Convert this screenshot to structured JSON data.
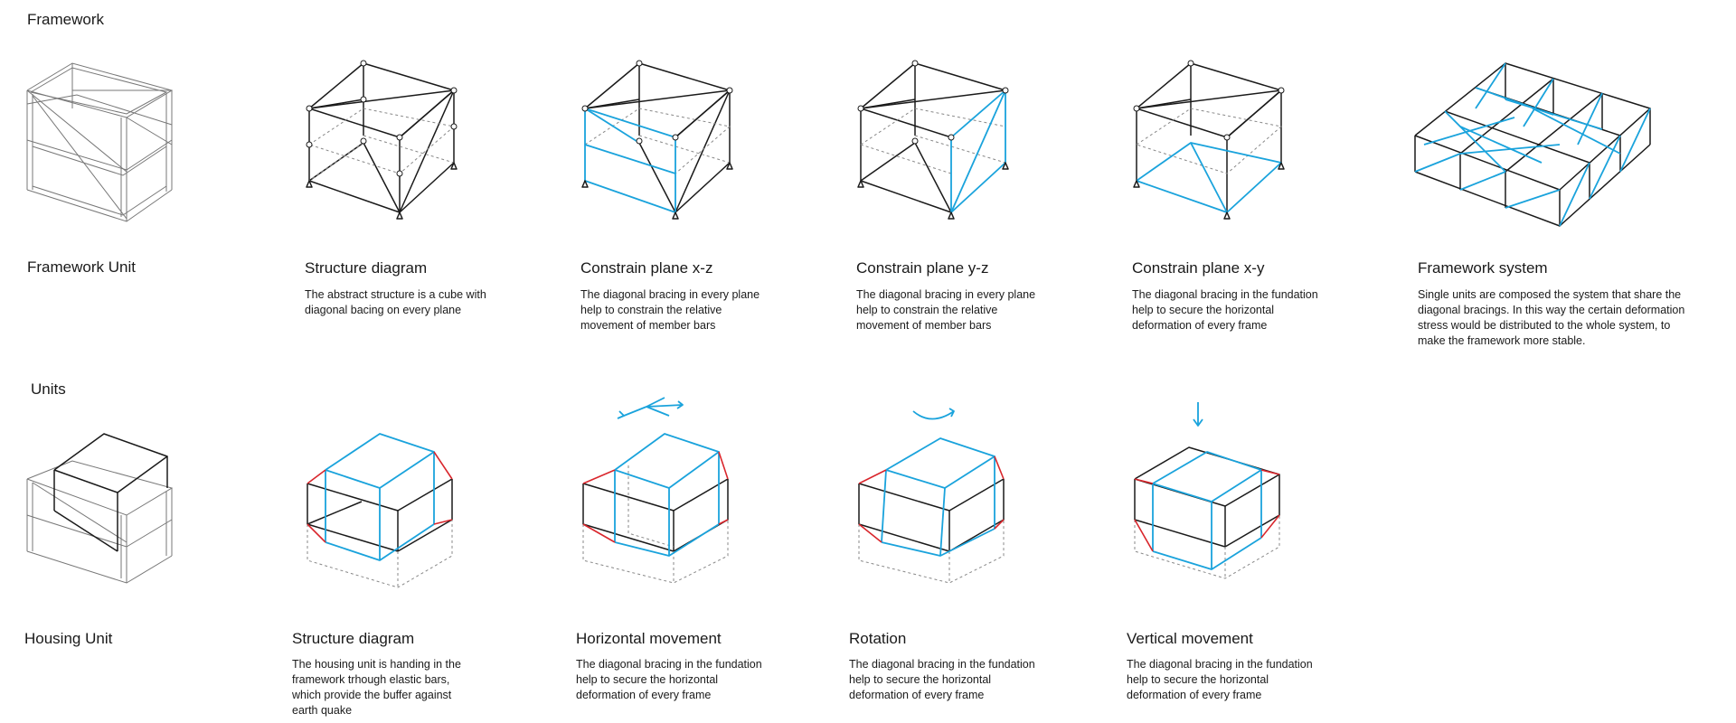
{
  "sections": {
    "framework": "Framework",
    "units": "Units"
  },
  "framework_row": {
    "unit_label": "Framework Unit",
    "panels": [
      {
        "title": "Structure diagram",
        "desc": [
          "The abstract structure is a cube with",
          "diagonal bacing on every plane"
        ]
      },
      {
        "title": "Constrain  plane x-z",
        "desc": [
          "The diagonal bracing in every plane",
          "help to constrain the relative",
          "movement of member bars"
        ]
      },
      {
        "title": "Constrain  plane y-z",
        "desc": [
          "The diagonal bracing in every plane",
          "help to constrain the relative",
          "movement of member bars"
        ]
      },
      {
        "title": "Constrain  plane x-y",
        "desc": [
          "The diagonal bracing in the fundation",
          "help to secure the horizontal",
          "deformation of every frame"
        ]
      },
      {
        "title": "Framework system",
        "desc": [
          "Single units are composed the system that share the",
          "diagonal bracings. In this way the certain deformation",
          "stress would be distributed to the whole system, to",
          "make the framework more stable."
        ]
      }
    ]
  },
  "units_row": {
    "unit_label": "Housing Unit",
    "panels": [
      {
        "title": "Structure diagram",
        "desc": [
          "The housing unit is handing in the",
          "framework trhough elastic  bars,",
          "which provide the buffer against",
          "earth quake"
        ]
      },
      {
        "title": "Horizontal movement",
        "desc": [
          "The diagonal bracing in the fundation",
          "help to secure the horizontal",
          "deformation of every frame"
        ]
      },
      {
        "title": "Rotation",
        "desc": [
          "The diagonal bracing in the fundation",
          "help to secure the horizontal",
          "deformation of every frame"
        ]
      },
      {
        "title": "Vertical movement",
        "desc": [
          "The diagonal bracing in the fundation",
          "help to secure the horizontal",
          "deformation of every frame"
        ]
      }
    ]
  },
  "colors": {
    "frame": "#1a1a1a",
    "constraint": "#1aa3dc",
    "elastic_bar": "#d9262c",
    "outline": "#777777"
  }
}
